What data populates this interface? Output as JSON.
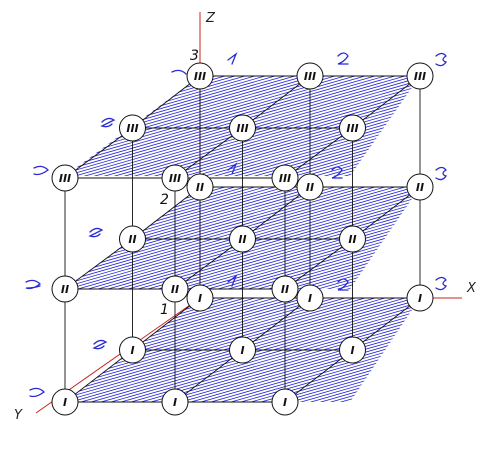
{
  "axes": {
    "x": "X",
    "y": "Y",
    "z": "Z"
  },
  "levels": [
    "1",
    "2",
    "3"
  ],
  "node_labels": {
    "level1": "I",
    "level2": "II",
    "level3": "III"
  },
  "colors": {
    "hatch": "#2222cc",
    "axis": "#cc2222",
    "edge": "#111111",
    "marks": "#2a2ad6"
  }
}
